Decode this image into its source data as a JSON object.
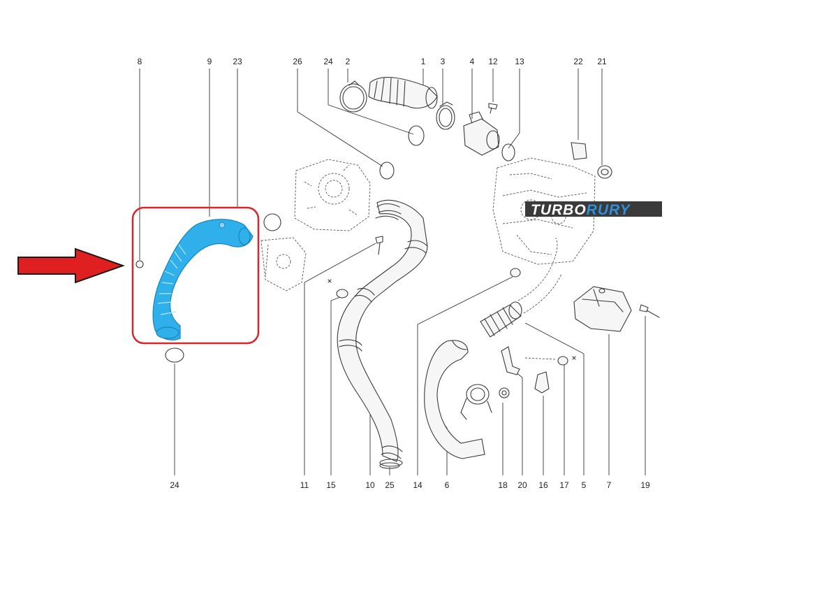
{
  "brand": {
    "logo_part1": "TURBO",
    "logo_part2": "RURY",
    "accent_color": "#2f8fd8"
  },
  "highlight": {
    "box_color": "#d9262b",
    "arrow_color": "#e02020",
    "highlighted_part_color": "#2fb0ea"
  },
  "callouts_top": [
    "8",
    "9",
    "23",
    "26",
    "24",
    "2",
    "1",
    "3",
    "4",
    "12",
    "13",
    "22",
    "21"
  ],
  "callouts_bottom": [
    "24",
    "11",
    "15",
    "10",
    "25",
    "14",
    "6",
    "18",
    "20",
    "16",
    "17",
    "5",
    "7",
    "19"
  ]
}
